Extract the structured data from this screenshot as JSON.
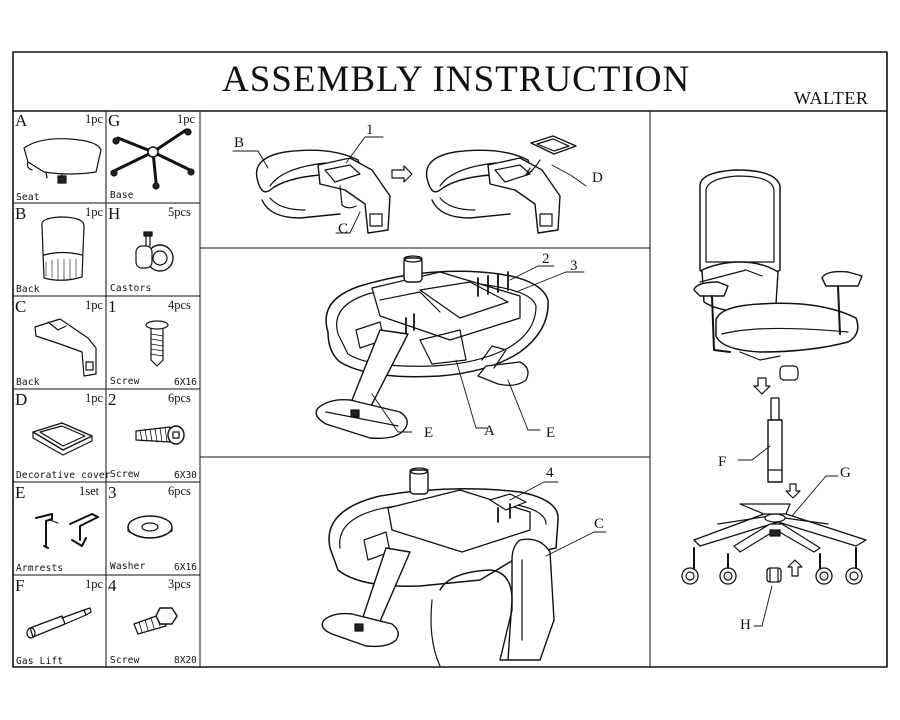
{
  "header": {
    "title": "ASSEMBLY INSTRUCTION",
    "model": "WALTER"
  },
  "parts": [
    {
      "code": "A",
      "qty": "1pc",
      "name": "Seat",
      "spec": "",
      "icon": "seat-icon"
    },
    {
      "code": "G",
      "qty": "1pc",
      "name": "Base",
      "spec": "",
      "icon": "base-icon"
    },
    {
      "code": "B",
      "qty": "1pc",
      "name": "Back",
      "spec": "",
      "icon": "back-mesh-icon"
    },
    {
      "code": "H",
      "qty": "5pcs",
      "name": "Castors",
      "spec": "",
      "icon": "castor-icon"
    },
    {
      "code": "C",
      "qty": "1pc",
      "name": "Back",
      "spec": "",
      "icon": "back-bracket-icon"
    },
    {
      "code": "1",
      "qty": "4pcs",
      "name": "Screw",
      "spec": "6X16",
      "icon": "screw-icon"
    },
    {
      "code": "D",
      "qty": "1pc",
      "name": "Decorative cover",
      "spec": "",
      "icon": "decorative-cover-icon"
    },
    {
      "code": "2",
      "qty": "6pcs",
      "name": "Screw",
      "spec": "6X30",
      "icon": "long-screw-icon"
    },
    {
      "code": "E",
      "qty": "1set",
      "name": "Armrests",
      "spec": "",
      "icon": "armrests-icon"
    },
    {
      "code": "3",
      "qty": "6pcs",
      "name": "Washer",
      "spec": "6X16",
      "icon": "washer-icon"
    },
    {
      "code": "F",
      "qty": "1pc",
      "name": "Gas Lift",
      "spec": "",
      "icon": "gas-lift-icon"
    },
    {
      "code": "4",
      "qty": "3pcs",
      "name": "Screw",
      "spec": "8X20",
      "icon": "hex-screw-icon"
    }
  ],
  "steps": {
    "step1": {
      "labels": [
        "B",
        "1",
        "C",
        "D"
      ],
      "arrow_icon": "right-arrow-icon"
    },
    "step2": {
      "labels": [
        "2",
        "3",
        "E",
        "A",
        "E"
      ]
    },
    "step3": {
      "labels": [
        "4",
        "C"
      ]
    },
    "final": {
      "labels": [
        "F",
        "G",
        "H"
      ],
      "arrow_icons": [
        "down-arrow-icon",
        "down-arrow-icon",
        "up-arrow-icon"
      ]
    }
  }
}
